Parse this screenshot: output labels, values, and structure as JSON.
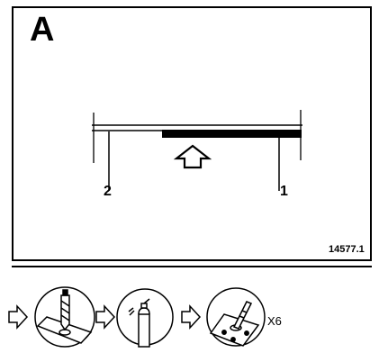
{
  "panel": {
    "letter": "A"
  },
  "callouts": {
    "one": "1",
    "two": "2"
  },
  "figure_reference": "14577.1",
  "procedure": {
    "steps": [
      "drill-icon",
      "sealant-spray-icon",
      "rivet-icon"
    ],
    "repeat_label": "X6"
  }
}
